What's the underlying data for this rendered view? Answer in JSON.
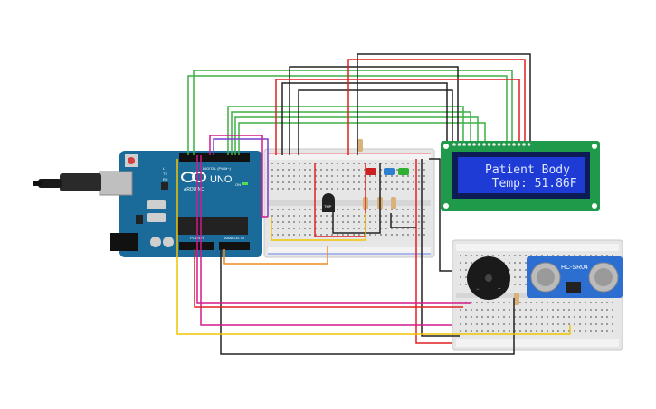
{
  "arduino": {
    "brand": "ARDUINO",
    "model": "UNO",
    "digital_label": "DIGITAL (PWM~)",
    "power_label": "POWER",
    "analog_label": "ANALOG IN",
    "on_label": "ON",
    "tx_label": "TX",
    "rx_label": "RX",
    "l_label": "L"
  },
  "lcd": {
    "line1": "Patient Body",
    "line2": "  Temp: 51.86F"
  },
  "sensor": {
    "temp_label": "TMP",
    "ultrasonic_label": "HC-SR04"
  },
  "colors": {
    "board": "#1a6a9a",
    "lcd_green": "#1f9a4a",
    "lcd_screen": "#1e3bd6",
    "wire_green": "#3cb043",
    "wire_red": "#e02020",
    "wire_black": "#222222",
    "wire_yellow": "#f2c400",
    "wire_magenta": "#d01a8c",
    "wire_orange": "#f08a24",
    "wire_purple": "#7a3bd0"
  }
}
